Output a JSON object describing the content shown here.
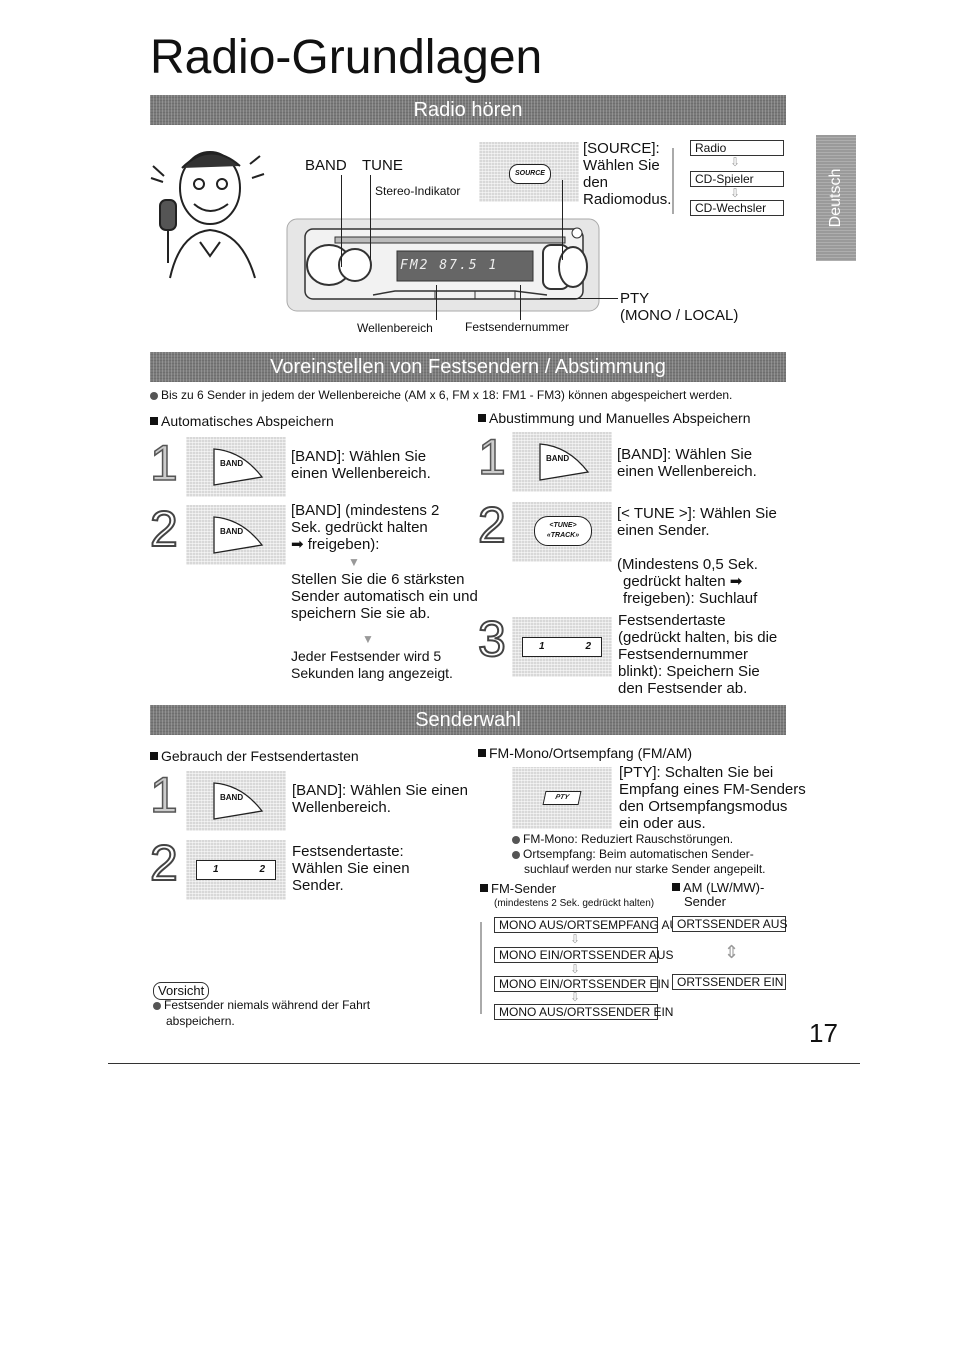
{
  "page": {
    "title": "Radio-Grundlagen",
    "side_tab": "Deutsch",
    "page_number": "17"
  },
  "section1": {
    "bar": "Radio hören",
    "band_label": "BAND",
    "tune_label": "TUNE",
    "stereo_label": "Stereo-Indikator",
    "source_button": "SOURCE",
    "source_text_1": "[SOURCE]:",
    "source_text_2": "Wählen Sie",
    "source_text_3": "den",
    "source_text_4": "Radiomodus.",
    "modes": [
      "Radio",
      "CD-Spieler",
      "CD-Wechsler"
    ],
    "pty_label": "PTY",
    "mono_local": "(MONO / LOCAL)",
    "wellenbereich": "Wellenbereich",
    "festsendernummer": "Festsendernummer",
    "display_text": "FM2 87.5 1"
  },
  "section2": {
    "bar": "Voreinstellen von Festsendern / Abstimmung",
    "note": "Bis zu 6 Sender in jedem der Wellenbereiche (AM x 6, FM x 18: FM1 - FM3) können abgespeichert werden.",
    "left_heading": "Automatisches Abspeichern",
    "right_heading": "Abustimmung und Manuelles Abspeichern",
    "band_btn": "BAND",
    "tune_btn_1": "<TUNE>",
    "tune_btn_2": "«TRACK»",
    "preset_1": "1",
    "preset_2": "2",
    "left_step1_a": "[BAND]: Wählen Sie",
    "left_step1_b": "einen Wellenbereich.",
    "left_step2_a": "[BAND] (mindestens 2",
    "left_step2_b": "Sek. gedrückt halten",
    "left_step2_c": "freigeben):",
    "left_result_a": "Stellen Sie die 6 stärksten",
    "left_result_b": "Sender automatisch ein und",
    "left_result_c": "speichern Sie sie ab.",
    "left_note_a": "Jeder Festsender wird 5",
    "left_note_b": "Sekunden lang angezeigt.",
    "right_step1_a": "[BAND]: Wählen Sie",
    "right_step1_b": "einen Wellenbereich.",
    "right_step2_a": "[< TUNE >]: Wählen Sie",
    "right_step2_b": "einen Sender.",
    "right_step2_c": "(Mindestens 0,5 Sek.",
    "right_step2_d": "gedrückt halten",
    "right_step2_e": "freigeben): Suchlauf",
    "right_step3_a": "Festsendertaste",
    "right_step3_b": "(gedrückt halten, bis die",
    "right_step3_c": "Festsendernummer",
    "right_step3_d": "blinkt): Speichern Sie",
    "right_step3_e": "den Festsender ab.",
    "step_numbers": [
      "1",
      "2",
      "3"
    ]
  },
  "section3": {
    "bar": "Senderwahl",
    "left_heading": "Gebrauch der Festsendertasten",
    "right_heading": "FM-Mono/Ortsempfang (FM/AM)",
    "pty_btn": "PTY",
    "left_step1_a": "[BAND]: Wählen Sie einen",
    "left_step1_b": "Wellenbereich.",
    "left_step2_a": "Festsendertaste:",
    "left_step2_b": "Wählen Sie einen",
    "left_step2_c": "Sender.",
    "right_a": "[PTY]: Schalten Sie bei",
    "right_b": "Empfang eines FM-Senders",
    "right_c": "den Ortsempfangsmodus",
    "right_d": "ein oder aus.",
    "bullet_1": "FM-Mono: Reduziert Rauschstörungen.",
    "bullet_2_a": "Ortsempfang: Beim automatischen Sender-",
    "bullet_2_b": "suchlauf werden nur starke Sender angepeilt.",
    "fm_heading": "FM-Sender",
    "fm_sub": "(mindestens 2 Sek. gedrückt halten)",
    "am_heading_a": "AM (LW/MW)-",
    "am_heading_b": "Sender",
    "fm_states": [
      "MONO AUS/ORTSEMPFANG AUS",
      "MONO EIN/ORTSSENDER AUS",
      "MONO EIN/ORTSSENDER EIN",
      "MONO AUS/ORTSSENDER EIN"
    ],
    "am_states": [
      "ORTSSENDER AUS",
      "ORTSSENDER EIN"
    ],
    "caution_label": "Vorsicht",
    "caution_a": "Festsender niemals während der Fahrt",
    "caution_b": "abspeichern."
  }
}
